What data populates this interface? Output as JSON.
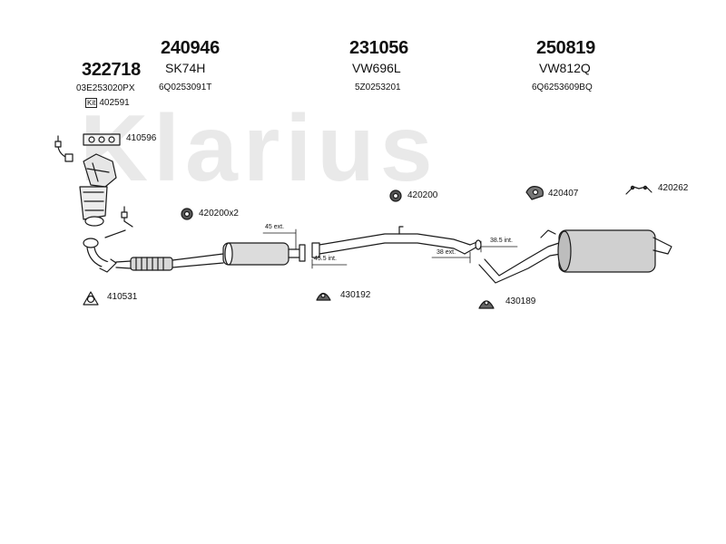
{
  "watermark": "Klarius",
  "headers": [
    {
      "number": "322718",
      "code": "",
      "ref": "03E253020PX"
    },
    {
      "number": "240946",
      "code": "SK74H",
      "ref": "6Q0253091T"
    },
    {
      "number": "231056",
      "code": "VW696L",
      "ref": "5Z0253201"
    },
    {
      "number": "250819",
      "code": "VW812Q",
      "ref": "6Q6253609BQ"
    }
  ],
  "kit": {
    "badge": "Kit",
    "number": "402591"
  },
  "parts": {
    "p410596": "410596",
    "p420200x2": "420200x2",
    "p420200": "420200",
    "p420407": "420407",
    "p420262": "420262",
    "p410531": "410531",
    "p430192": "430192",
    "p430189": "430189"
  },
  "dimensions": {
    "d45ext": "45 ext.",
    "d45_5int": "45.5 int.",
    "d38ext": "38 ext.",
    "d38_5int": "38.5 int."
  },
  "colors": {
    "line": "#1a1a1a",
    "fill": "#d8d8d8",
    "watermark": "#e9e9e9"
  }
}
